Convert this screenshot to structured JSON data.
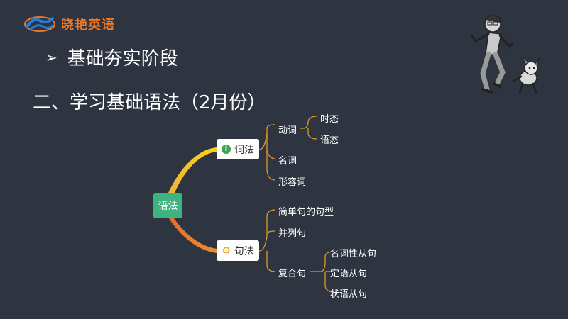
{
  "brand": {
    "name": "晓艳英语",
    "accent": "#e87a2c",
    "mark_color": "#2a7bd8"
  },
  "headings": {
    "arrow": "➢",
    "stage": "基础夯实阶段",
    "section": "二、学习基础语法（2月份）"
  },
  "mindmap": {
    "root": "语法",
    "branches": [
      {
        "label": "词法",
        "icon": "info-icon",
        "children": [
          {
            "label": "动词",
            "children": [
              "时态",
              "语态"
            ]
          },
          {
            "label": "名词"
          },
          {
            "label": "形容词"
          }
        ]
      },
      {
        "label": "句法",
        "icon": "gear-icon",
        "children": [
          {
            "label": "简单句的句型"
          },
          {
            "label": "并列句"
          },
          {
            "label": "复合句",
            "children": [
              "名词性从句",
              "定语从句",
              "状语从句"
            ]
          }
        ]
      }
    ],
    "colors": {
      "root": "#3fb37f",
      "branch_top": "#f5c518",
      "branch_bottom": "#e9832a",
      "connector": "#d99a2b"
    }
  },
  "illustration": {
    "icon": "runner-with-dog-icon"
  }
}
